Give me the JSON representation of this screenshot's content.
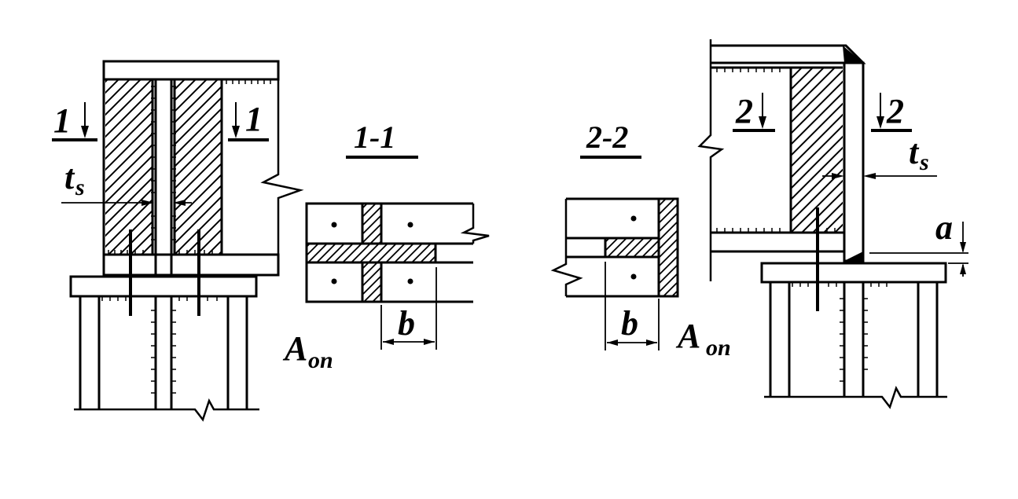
{
  "labels": {
    "cut1_left": "1",
    "cut1_right": "1",
    "cut2_left": "2",
    "cut2_right": "2",
    "section11_title": "1-1",
    "section22_title": "2-2",
    "ts_main": "t",
    "ts_sub": "s",
    "ts2_main": "t",
    "ts2_sub": "s",
    "b1": "b",
    "b2": "b",
    "aon1_main": "A",
    "aon1_sub": "on",
    "aon2_main": "A",
    "aon2_sub": "on",
    "a_label": "a"
  }
}
